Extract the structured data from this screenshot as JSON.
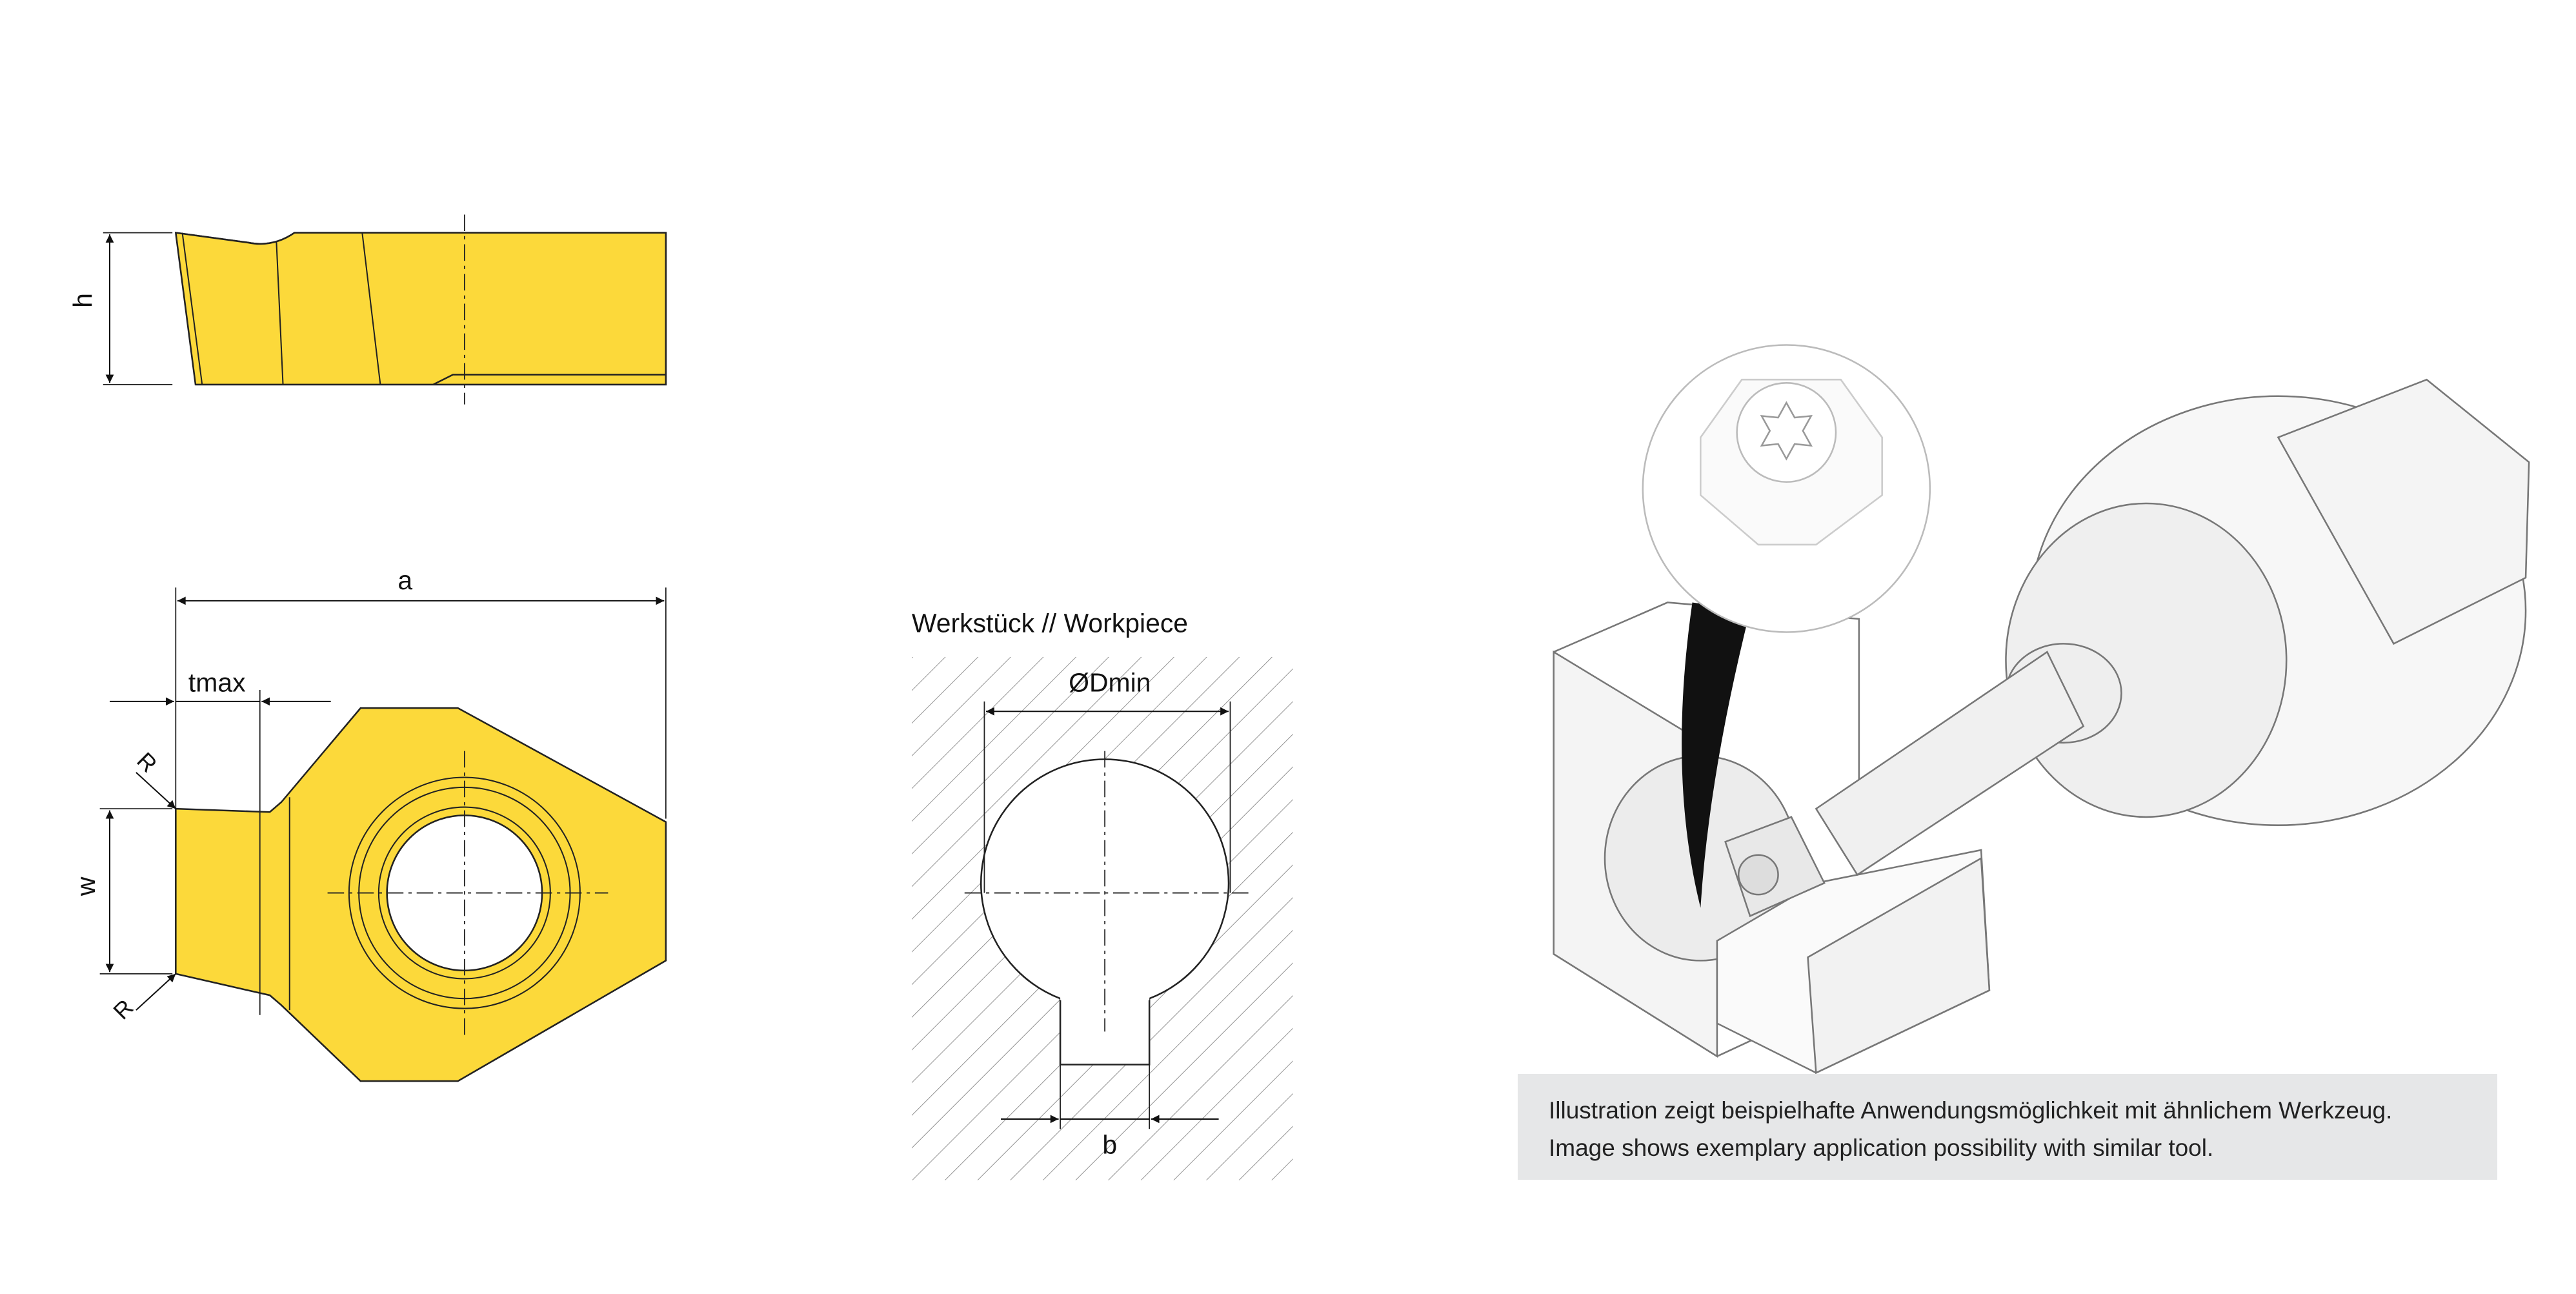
{
  "colors": {
    "insert": "#fcd93a",
    "outline": "#222222",
    "caption_bg": "#e6e7e8"
  },
  "side_view": {
    "dim_h": "h"
  },
  "top_view": {
    "dim_a": "a",
    "dim_tmax": "tmax",
    "dim_w": "w",
    "dim_r_top": "R",
    "dim_r_bottom": "R"
  },
  "workpiece": {
    "title": "Werkstück // Workpiece",
    "dim_dmin": "ØDmin",
    "dim_b": "b"
  },
  "caption": {
    "line_de": "Illustration zeigt beispielhafte Anwendungsmöglichkeit mit ähnlichem Werkzeug.",
    "line_en": "Image shows exemplary application possibility with similar tool."
  }
}
